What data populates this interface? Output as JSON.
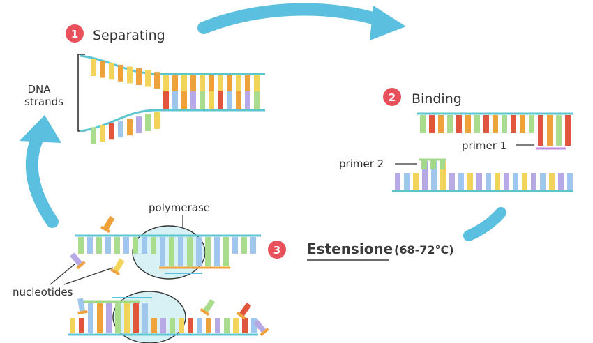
{
  "steps": {
    "separating": {
      "number": "1",
      "label": "Separating"
    },
    "binding": {
      "number": "2",
      "label": "Binding"
    },
    "extension": {
      "number": "3",
      "label": "Estensione",
      "temp": "(68-72°C)"
    }
  },
  "labels": {
    "dna_line1": "DNA",
    "dna_line2": "strands",
    "primer1": "primer 1",
    "primer2": "primer 2",
    "polymerase": "polymerase",
    "nucleotides": "nucleotides"
  },
  "colors": {
    "badge": "#e8505b",
    "backbone": "#5cc6d0",
    "arrow": "#5bbfe0",
    "circle_fill": "#d7f1f5",
    "base_red": "#e0553c",
    "base_orange": "#f0a23a",
    "base_yellow": "#f2d45a",
    "base_green": "#a9dc8c",
    "base_purple": "#b7a8e6",
    "base_blue": "#9fc6ec",
    "primer_purple": "#c28ee0",
    "primer_green": "#a2d98a",
    "primer_orange": "#f0a23a"
  }
}
